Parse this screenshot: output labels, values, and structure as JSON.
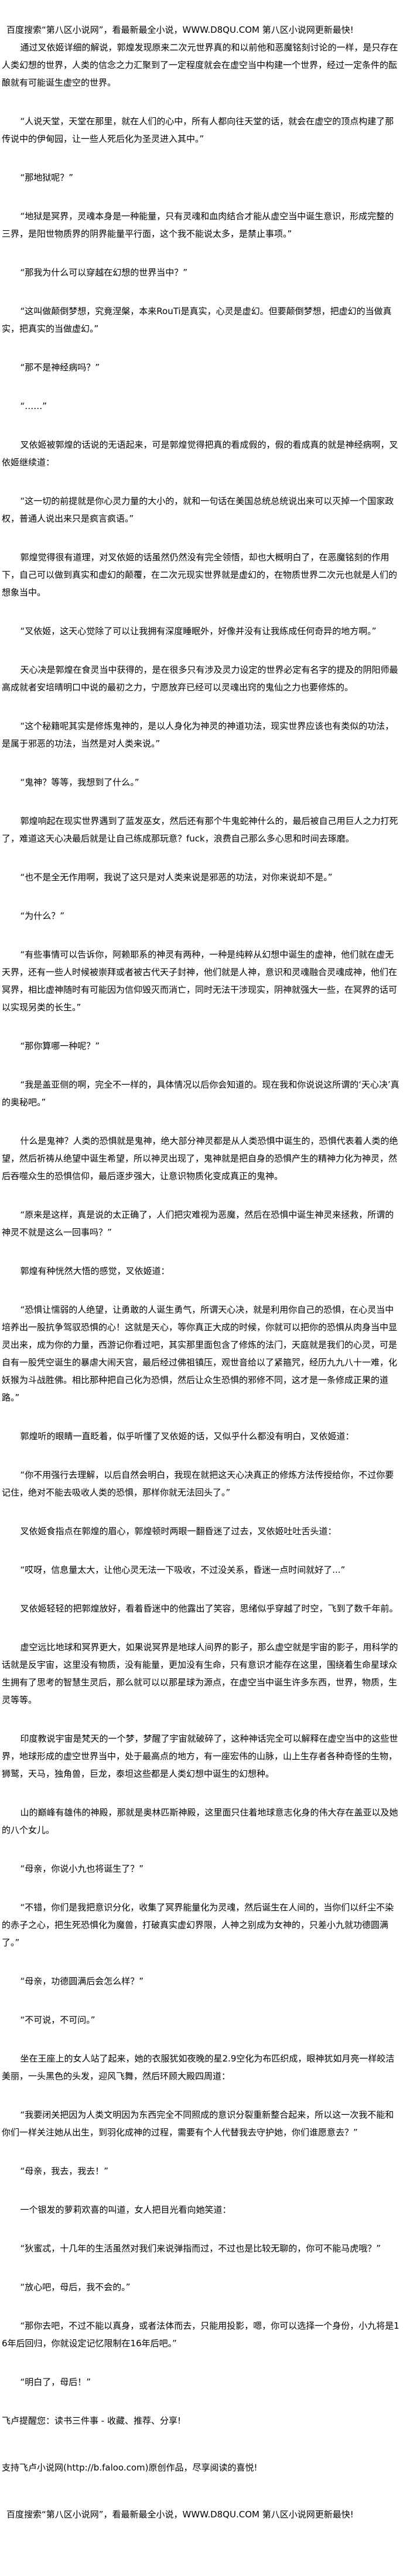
{
  "header_banner": "百度搜索“第八区小说网”，看最新最全小说，WWW.D8QU.COM  第八区小说网更新最快!",
  "paragraphs": [
    "通过叉依姬详细的解说，郭煌发现原来二次元世界真的和以前他和恶魔铭刻讨论的一样，是只存在人类幻想的世界，人类的信念之力汇聚到了一定程度就会在虚空当中构建一个世界，经过一定条件的酝酿就有可能诞生虚空的世界。",
    "“人说天堂，天堂在那里，就在人们的心中，所有人都向往天堂的话，就会在虚空的顶点构建了那传说中的伊甸园，让一些人死后化为圣灵进入其中。”",
    "“那地狱呢？”",
    "“地狱是冥界，灵魂本身是一种能量，只有灵魂和血肉结合才能从虚空当中诞生意识，形成完整的三界，是阳世物质界的阴界能量平行面，这个我不能说太多，是禁止事项。”",
    "“那我为什么可以穿越在幻想的世界当中？”",
    "“这叫做颠倒梦想，究竟涅槃，本来RouTi是真实，心灵是虚幻。但要颠倒梦想，把虚幻的当做真实，把真实的当做虚幻。”",
    "“那不是神经病吗？”",
    "“……”",
    "叉依姬被郭煌的话说的无语起来，可是郭煌觉得把真的看成假的，假的看成真的就是神经病啊，叉依姬继续道：",
    "“这一切的前提就是你心灵力量的大小的，就和一句话在美国总统总统说出来可以灭掉一个国家政权，普通人说出来只是疯言疯语。”",
    "郭煌觉得很有道理，对叉依姬的话虽然仍然没有完全领悟，却也大概明白了，在恶魔铭刻的作用下，自己可以做到真实和虚幻的颠覆，在二次元现实世界就是虚幻的，在物质世界二次元也就是人们的想象当中。",
    "“叉依姬，这天心觉除了可以让我拥有深度睡眠外，好像并没有让我练成任何奇异的地方啊。”",
    "天心决是郭煌在食灵当中获得的，是在很多只有涉及灵力设定的世界必定有名字的提及的阴阳师最高成就者安培晴明口中说的最初之力，宁愿放弃已经可以灵魂出窍的鬼仙之力也要修炼的。",
    "“这个秘籍呢其实是修炼鬼神的，是以人身化为神灵的神道功法，现实世界应该也有类似的功法，是属于邪恶的功法，当然是对人类来说。”",
    "“鬼神？等等，我想到了什么。”",
    "郭煌响起在现实世界遇到了蓝发巫女，然后还有那个牛鬼蛇神什么的，最后被自己用巨人之力打死了，难道这天心决最后就是让自己练成那玩意？fuck，浪费自己那么多心思和时间去琢磨。",
    "“也不是全无作用啊，我说了这只是对人类来说是邪恶的功法，对你来说却不是。”",
    "“为什么？”",
    "“有些事情可以告诉你，阿赖耶系的神灵有两种，一种是纯粹从幻想中诞生的虚神，他们就在虚无天界，还有一些人时候被崇拜或者被古代天子封神，他们就是人神，意识和灵魂融合灵魂成神，他们在冥界，相比虚神随时有可能因为信仰毁灭而消亡，同时无法干涉现实，阴神就强大一些，在冥界的话可以实现另类的长生。”",
    "“那你算哪一种呢？”",
    "“我是盖亚侧的啊，完全不一样的，具体情况以后你会知道的。现在我和你说说这所谓的‘天心决’真的奥秘吧。”",
    "什么是鬼神？人类的恐惧就是鬼神，绝大部分神灵都是从人类恐惧中诞生的，恐惧代表着人类的绝望，然后祈祷从绝望中诞生希望，所以神灵出现了，鬼神就是把自身的恐惧产生的精神力化为神灵，然后吞噬众生的恐惧信仰，最后逐步强大，让意识物质化变成真正的鬼神。",
    "“原来是这样，真是说的太正确了，人们把灾难视为恶魔，然后在恐惧中诞生神灵来拯救，所谓的神灵不就是这么一回事吗？”",
    "郭煌有种恍然大悟的感觉，叉依姬道：",
    "“恐惧让懦弱的人绝望，让勇敢的人诞生勇气，所谓天心决，就是利用你自己的恐惧，在心灵当中培养出一股抗争驾驭恐惧的心！这就是天心，等你真正大成的时候，你就可以把你的恐惧从肉身当中显灵出来，成为你的力量，西游记你看过吧，其实那里面包含了修炼的法门，天庭就是我们的心灵，可是自有一股凭空诞生的暴虐大闹天宫，最后经过佛祖镇压，观世音给以了紧箍咒，经历九九八十一难，化妖猴为斗战胜佛。相比那种把自己化为恐惧，然后让众生恐惧的邪修不同，这才是一条修成正果的道路。”",
    "郭煌听的眼睛一直眨着，似乎听懂了叉依姬的话，又似乎什么都没有明白，叉依姬道：",
    "“你不用强行去理解，以后自然会明白，我现在就把这天心决真正的修炼方法传授给你，不过你要记住，绝对不能去吸收人类的恐惧，那样你就无法回头了。”",
    "叉依姬食指点在郭煌的眉心，郭煌顿时两眼一翻昏迷了过去，叉依姬吐吐舌头道：",
    "“哎呀，信息量太大，让他心灵无法一下吸收，不过没关系，昏迷一点时间就好了...”",
    "叉依姬轻轻的把郭煌放好，看着昏迷中的他露出了笑容，思绪似乎穿越了时空，飞到了数千年前。",
    "虚空远比地球和冥界更大，如果说冥界是地球人间界的影子，那么虚空就是宇宙的影子，用科学的话就是反宇宙，这里没有物质，没有能量，更加没有生命，只有意识才能存在这里，围绕着生命星球众生拥有了思考的智慧生灵后，那么就可以以那星球为源点，在虚空当中诞生许多东西，世界，物质，生灵等等。",
    "印度教说宇宙是梵天的一个梦，梦醒了宇宙就破碎了，这种神话完全可以解释在虚空当中的这些世界，地球形成的虚空世界当中，处于最高点的地方，有一座宏伟的山脉，山上生存者各种奇怪的生物，狮鹫，天马，独角兽，巨龙，泰坦这些都是人类幻想中诞生的幻想种。",
    "山的巅峰有雄伟的神殿，那就是奥林匹斯神殿，这里面只住着地球意志化身的伟大存在盖亚以及她的八个女儿。",
    "“母亲，你说小九也将诞生了？”",
    "“不错，你们是我把意识分化，收集了冥界能量化为灵魂，然后诞生在人间的，当你们以纤尘不染的赤子之心，把生死恐惧化为魔兽，打破真实虚幻界限，人神之别成为女神的，只差小九就功德圆满了。”",
    "“母亲，功德圆满后会怎么样？”",
    "“不可说，不可问。”",
    "坐在王座上的女人站了起来，她的衣服犹如夜晚的星2.9空化为布匹织成，眼神犹如月亮一样皎洁美丽，一头黑色的头发，迎风飞舞，然后环顾大殿四周道：",
    "“我要闭关把因为人类文明因为东西完全不同照成的意识分裂重新整合起来，所以这一次我不能和你们一样关注她从出生，到羽化成神的过程，需要有个人代替我去守护她，你们谁愿意去？”",
    "“母亲，我去，我去！”",
    "一个银发的萝莉欢喜的叫道，女人把目光看向她笑道：",
    "“狄蜜忒，十几年的生活虽然对我们来说弹指而过，不过也是比较无聊的，你可不能马虎哦？”",
    "“放心吧，母后，我不会的。”",
    "“那你去吧，不过不能以真身，或者法体而去，只能用投影，嗯，你可以选择一个身份，小九将是16年后回归，你就设定记忆限制在16年后吧。”",
    "“明白了，母后！”"
  ],
  "footer": {
    "reminder": "飞卢提醒您：读书三件事 - 收藏、推荐、分享!",
    "support": "支持飞卢小说网(http://b.faloo.com)原创作品，尽享阅读的喜悦!",
    "banner": "百度搜索“第八区小说网”，看最新最全小说，WWW.D8QU.COM  第八区小说网更新最快!"
  }
}
